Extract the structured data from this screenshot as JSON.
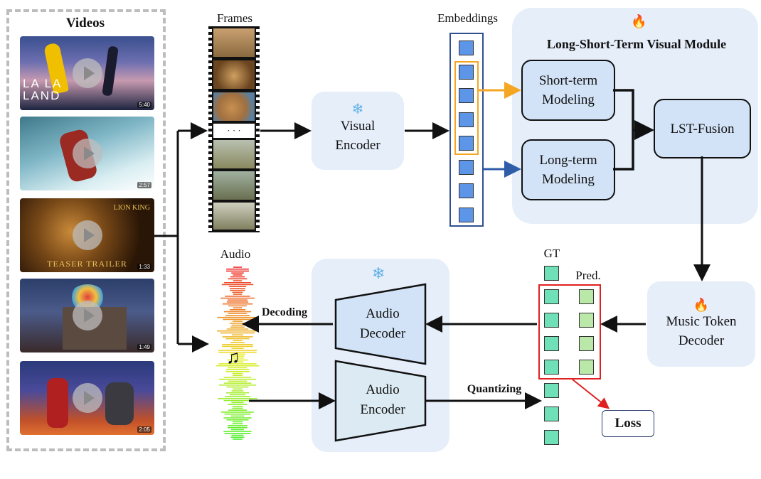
{
  "videos": {
    "title": "Videos",
    "items": [
      {
        "caption": "LA LA\nLAND",
        "duration": "5:40"
      },
      {
        "caption": "",
        "duration": "2:57"
      },
      {
        "caption": "TEASER TRAILER",
        "logo": "LION KING",
        "duration": "1:33"
      },
      {
        "caption": "",
        "duration": "1:49"
      },
      {
        "caption": "",
        "duration": "2:05"
      }
    ]
  },
  "frames": {
    "title": "Frames",
    "ellipsis": "· · ·"
  },
  "audio": {
    "title": "Audio",
    "music_icon": "music-note-icon"
  },
  "visual_encoder": {
    "label1": "Visual",
    "label2": "Encoder",
    "icon": "snowflake-icon"
  },
  "embeddings": {
    "title": "Embeddings",
    "count": 8
  },
  "lst_module": {
    "title": "Long-Short-Term Visual Module",
    "icon": "fire-icon",
    "short_term": {
      "line1": "Short-term",
      "line2": "Modeling"
    },
    "long_term": {
      "line1": "Long-term",
      "line2": "Modeling"
    },
    "fusion": "LST-Fusion"
  },
  "music_decoder": {
    "line1": "Music Token",
    "line2": "Decoder",
    "icon": "fire-icon"
  },
  "audio_codec": {
    "icon": "snowflake-icon",
    "decoder": {
      "line1": "Audio",
      "line2": "Decoder"
    },
    "encoder": {
      "line1": "Audio",
      "line2": "Encoder"
    }
  },
  "tokens": {
    "gt_label": "GT",
    "pred_label": "Pred.",
    "gt_count": 8,
    "pred_count": 4
  },
  "arrows": {
    "decoding": "Decoding",
    "quantizing": "Quantizing"
  },
  "loss": "Loss",
  "colors": {
    "embedding": "#5d95e8",
    "gt_token": "#6fe0b8",
    "pred_token": "#b9e8a8",
    "short_term_arrow": "#f5a623",
    "long_term_arrow": "#2f5da8",
    "loss_highlight": "#e02020",
    "panel": "#e6eefa",
    "module_box": "#d3e3f7"
  }
}
